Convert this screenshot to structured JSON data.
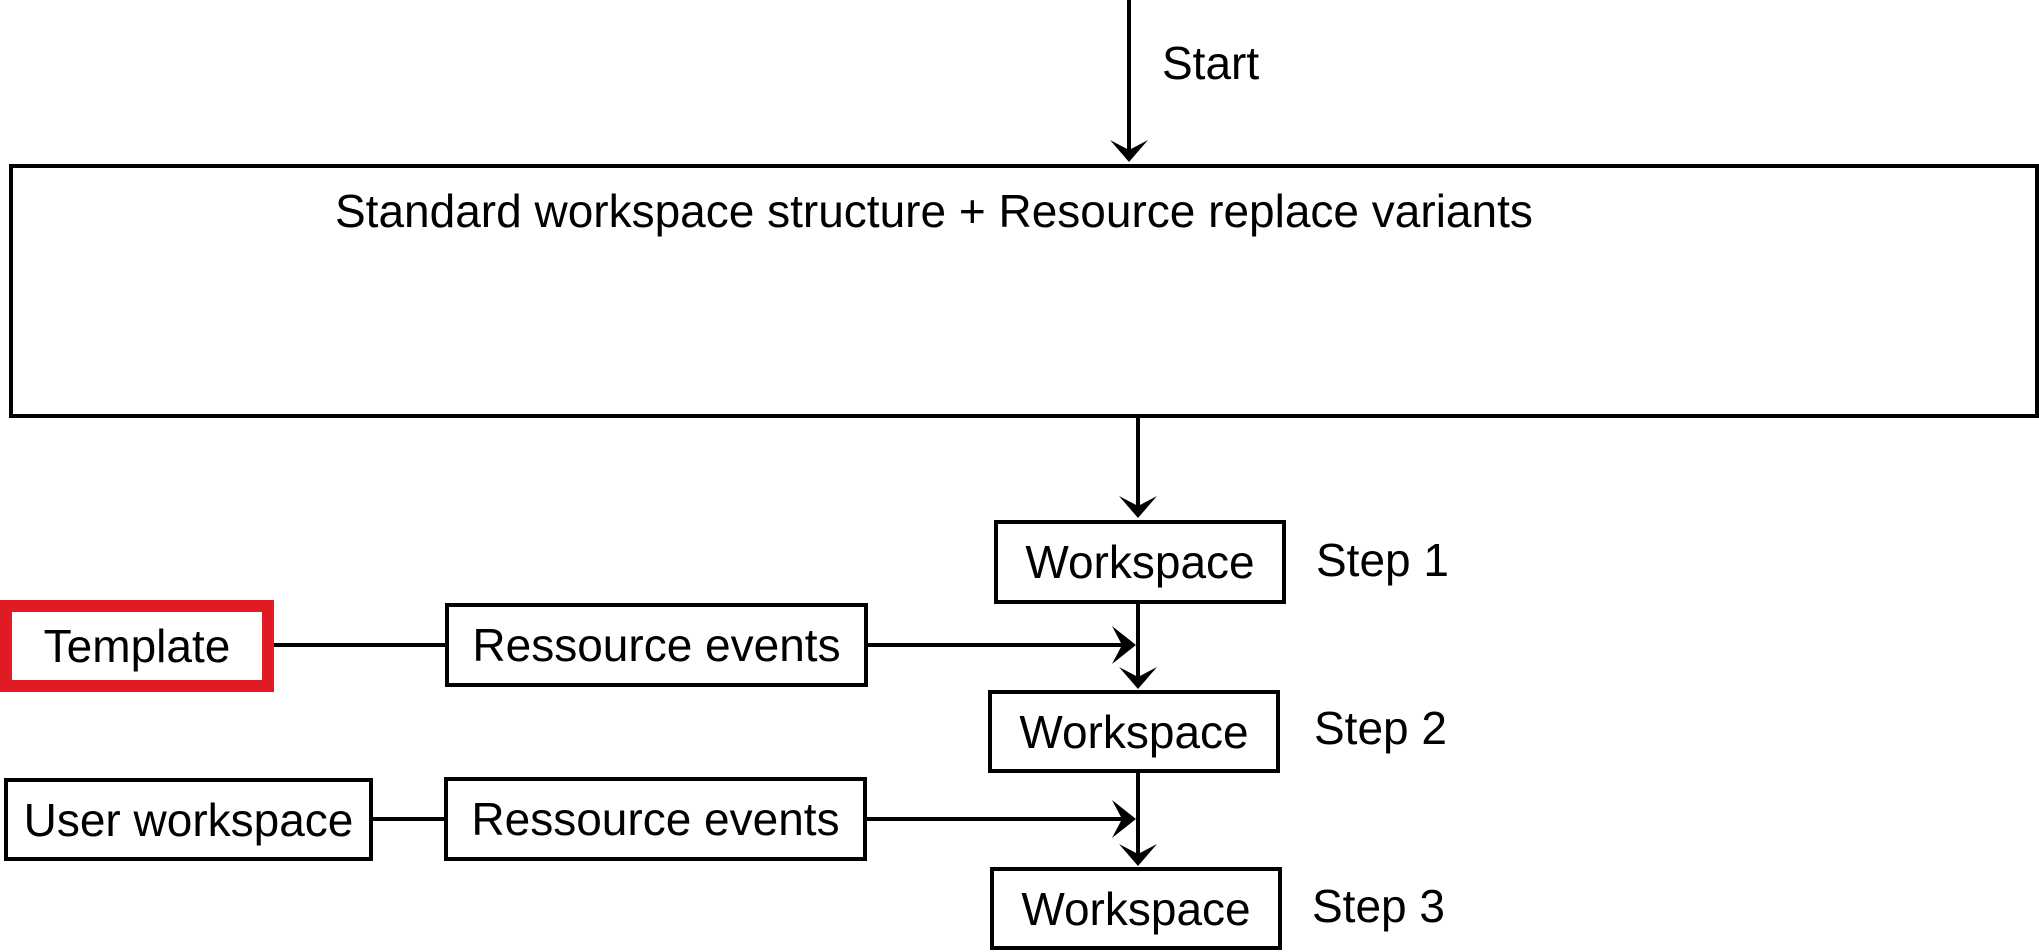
{
  "start_label": "Start",
  "main_box": {
    "title": "Standard workspace structure + Resource replace variants"
  },
  "steps": [
    {
      "box_label": "Workspace",
      "step_label": "Step 1"
    },
    {
      "box_label": "Workspace",
      "step_label": "Step 2"
    },
    {
      "box_label": "Workspace",
      "step_label": "Step 3"
    }
  ],
  "inputs": [
    {
      "source_label": "Template",
      "event_label": "Ressource events",
      "highlight_color": "#e01b24"
    },
    {
      "source_label": "User workspace",
      "event_label": "Ressource events"
    }
  ]
}
